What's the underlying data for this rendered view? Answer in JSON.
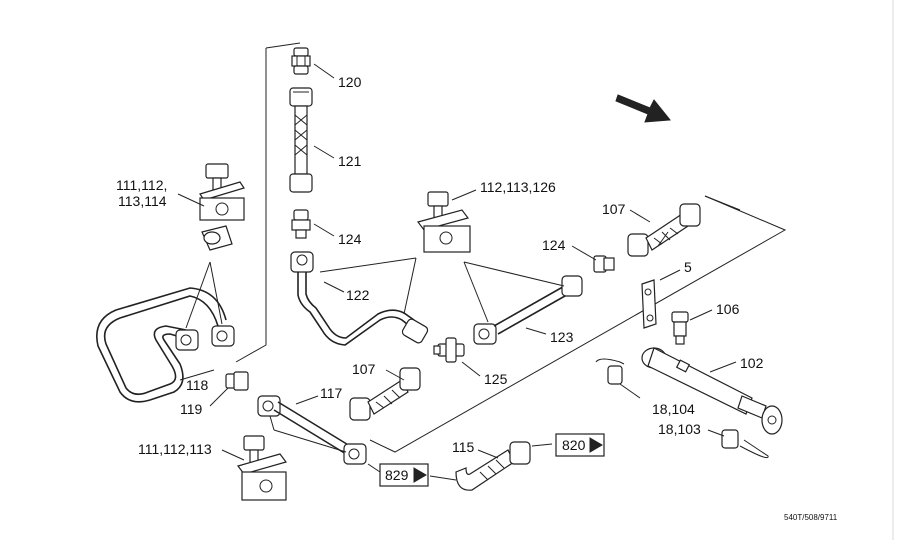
{
  "labels": {
    "l120": "120",
    "l121": "121",
    "l124a": "124",
    "l122": "122",
    "l111_1": "111,112,",
    "l111_2": "113,114",
    "l112_126": "112,113,126",
    "l107a": "107",
    "l124b": "124",
    "l5": "5",
    "l106": "106",
    "l123": "123",
    "l102": "102",
    "l107b": "107",
    "l125": "125",
    "l118": "118",
    "l119": "119",
    "l117": "117",
    "l18_104": "18,104",
    "l18_103": "18,103",
    "l111_112_113": "111,112,113",
    "l115": "115"
  },
  "refs": {
    "r820": "820",
    "r829": "829"
  },
  "drawing_code": "540T/508/9711",
  "colors": {
    "ink": "#222222",
    "paper": "#ffffff"
  },
  "icons": [
    "direction-arrow-icon",
    "page-ref-arrow-icon"
  ]
}
